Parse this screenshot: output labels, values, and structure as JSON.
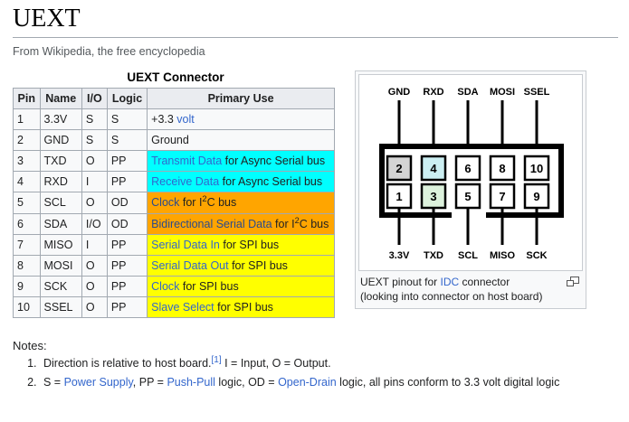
{
  "header": {
    "title": "UEXT",
    "tagline": "From Wikipedia, the free encyclopedia"
  },
  "table": {
    "caption": "UEXT Connector",
    "columns": [
      "Pin",
      "Name",
      "I/O",
      "Logic",
      "Primary Use"
    ],
    "rows": [
      {
        "pin": "1",
        "name": "3.3V",
        "io": "S",
        "logic": "S",
        "use_pre": "+3.3 ",
        "use_link": "volt",
        "use_post": "",
        "color": "none"
      },
      {
        "pin": "2",
        "name": "GND",
        "io": "S",
        "logic": "S",
        "use_pre": "Ground",
        "use_link": "",
        "use_post": "",
        "color": "none"
      },
      {
        "pin": "3",
        "name": "TXD",
        "io": "O",
        "logic": "PP",
        "use_pre": "",
        "use_link": "Transmit Data",
        "use_post": " for Async Serial bus",
        "color": "cyan"
      },
      {
        "pin": "4",
        "name": "RXD",
        "io": "I",
        "logic": "PP",
        "use_pre": "",
        "use_link": "Receive Data",
        "use_post": " for Async Serial bus",
        "color": "cyan"
      },
      {
        "pin": "5",
        "name": "SCL",
        "io": "O",
        "logic": "OD",
        "use_pre": "",
        "use_link": "Clock",
        "use_post": " for I2C bus",
        "color": "orange",
        "i2c": true
      },
      {
        "pin": "6",
        "name": "SDA",
        "io": "I/O",
        "logic": "OD",
        "use_pre": "",
        "use_link": "Bidirectional Serial Data",
        "use_post": " for I2C bus",
        "color": "orange",
        "i2c": true
      },
      {
        "pin": "7",
        "name": "MISO",
        "io": "I",
        "logic": "PP",
        "use_pre": "",
        "use_link": "Serial Data In",
        "use_post": " for SPI bus",
        "color": "yellow"
      },
      {
        "pin": "8",
        "name": "MOSI",
        "io": "O",
        "logic": "PP",
        "use_pre": "",
        "use_link": "Serial Data Out",
        "use_post": " for SPI bus",
        "color": "yellow"
      },
      {
        "pin": "9",
        "name": "SCK",
        "io": "O",
        "logic": "PP",
        "use_pre": "",
        "use_link": "Clock",
        "use_post": " for SPI bus",
        "color": "yellow"
      },
      {
        "pin": "10",
        "name": "SSEL",
        "io": "O",
        "logic": "PP",
        "use_pre": "",
        "use_link": "Slave Select",
        "use_post": " for SPI bus",
        "color": "yellow"
      }
    ]
  },
  "diagram": {
    "top_labels": [
      "GND",
      "RXD",
      "SDA",
      "MOSI",
      "SSEL"
    ],
    "top_pins": [
      "2",
      "4",
      "6",
      "8",
      "10"
    ],
    "bottom_labels": [
      "3.3V",
      "TXD",
      "SCL",
      "MISO",
      "SCK"
    ],
    "bottom_pins": [
      "1",
      "3",
      "5",
      "7",
      "9"
    ],
    "pin_fills": {
      "1": "#ffffff",
      "2": "#d4d4d4",
      "3": "#ddf2dd",
      "4": "#cceff2",
      "5": "#ffffff",
      "6": "#ffffff",
      "7": "#ffffff",
      "8": "#ffffff",
      "9": "#ffffff",
      "10": "#ffffff"
    },
    "caption_pre": "UEXT pinout for ",
    "caption_link": "IDC",
    "caption_post": " connector",
    "caption_line2": "(looking into connector on host board)",
    "enlarge_icon": "enlarge-icon"
  },
  "notes": {
    "label": "Notes:",
    "items": [
      {
        "parts": [
          {
            "t": "Direction is relative to host board.",
            "link": false
          },
          {
            "t": "[1]",
            "ref": true
          },
          {
            "t": " I = Input, O = Output.",
            "link": false
          }
        ]
      },
      {
        "parts": [
          {
            "t": "S = ",
            "link": false
          },
          {
            "t": "Power Supply",
            "link": true
          },
          {
            "t": ", PP = ",
            "link": false
          },
          {
            "t": "Push-Pull",
            "link": true
          },
          {
            "t": " logic, OD = ",
            "link": false
          },
          {
            "t": "Open-Drain",
            "link": true
          },
          {
            "t": " logic, all pins conform to 3.3 volt digital logic",
            "link": false
          }
        ]
      }
    ]
  },
  "colors": {
    "link": "#3366cc",
    "cyan": "#00ffff",
    "orange": "#ffa500",
    "yellow": "#ffff00",
    "border": "#a2a9b1",
    "header_bg": "#eaecf0"
  }
}
